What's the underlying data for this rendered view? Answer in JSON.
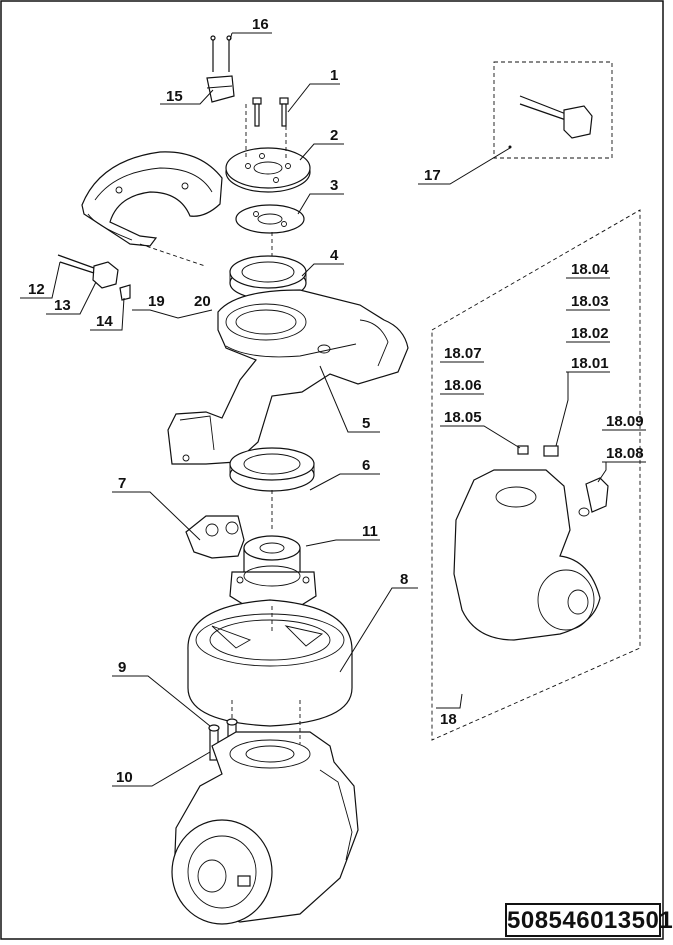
{
  "drawing_number": "508546013501",
  "callouts": {
    "c1": "1",
    "c2": "2",
    "c3": "3",
    "c4": "4",
    "c5": "5",
    "c6": "6",
    "c7": "7",
    "c8": "8",
    "c9": "9",
    "c10": "10",
    "c11": "11",
    "c12": "12",
    "c13": "13",
    "c14": "14",
    "c15": "15",
    "c16": "16",
    "c17": "17",
    "c18": "18",
    "c19": "19",
    "c20": "20",
    "c1801": "18.01",
    "c1802": "18.02",
    "c1803": "18.03",
    "c1804": "18.04",
    "c1805": "18.05",
    "c1806": "18.06",
    "c1807": "18.07",
    "c1808": "18.08",
    "c1809": "18.09"
  }
}
